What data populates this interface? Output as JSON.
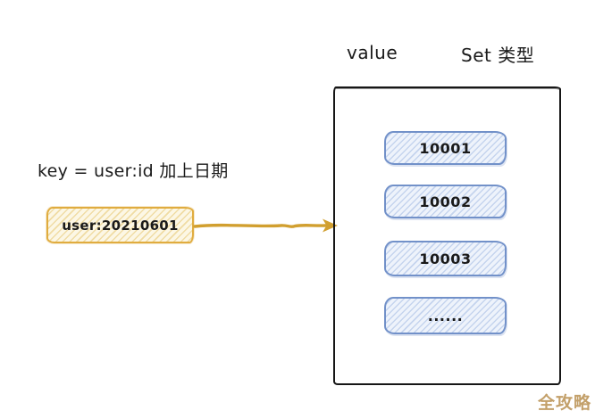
{
  "colors": {
    "background": "#ffffff",
    "ink": "#1a1a1a",
    "container-border": "#161616",
    "blue-border": "#7291c9",
    "blue-fill": "#eef3fb",
    "blue-hatch": "#c5d4ee",
    "key-border": "#e0ac3f",
    "key-fill": "#fcf7e5",
    "key-hatch": "#f0dca4",
    "arrow": "#d19f2f",
    "watermark": "#c3a06a"
  },
  "header": {
    "value_label": "value",
    "type_label": "Set 类型"
  },
  "key": {
    "description": "key = user:id 加上日期",
    "box_text": "user:20210601"
  },
  "set": {
    "items": [
      "10001",
      "10002",
      "10003",
      "......"
    ]
  },
  "watermark": {
    "text": "全攻略"
  }
}
